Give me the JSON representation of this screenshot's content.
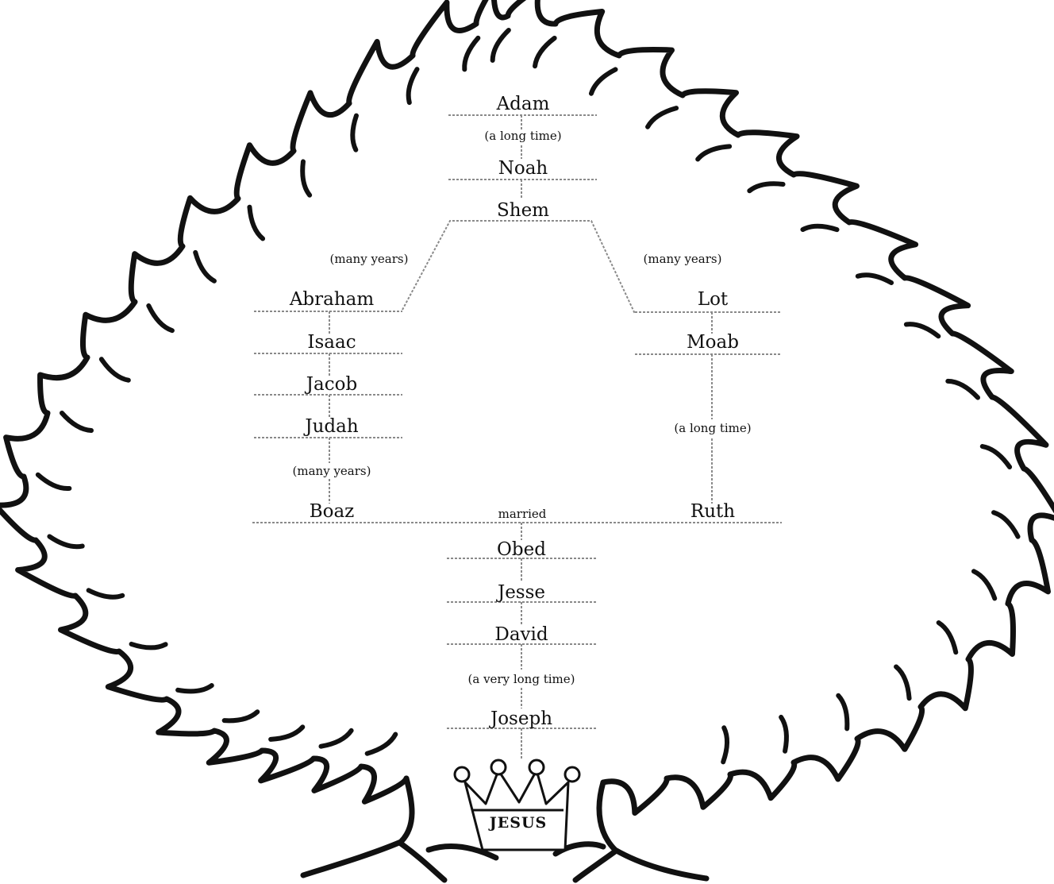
{
  "tree": {
    "names": {
      "adam": "Adam",
      "noah": "Noah",
      "shem": "Shem",
      "abraham": "Abraham",
      "isaac": "Isaac",
      "jacob": "Jacob",
      "judah": "Judah",
      "boaz": "Boaz",
      "lot": "Lot",
      "moab": "Moab",
      "ruth": "Ruth",
      "obed": "Obed",
      "jesse": "Jesse",
      "david": "David",
      "joseph": "Joseph"
    },
    "notes": {
      "adam_noah": "(a long time)",
      "shem_abraham": "(many years)",
      "shem_lot": "(many years)",
      "judah_boaz": "(many years)",
      "moab_ruth": "(a long time)",
      "married": "married",
      "david_joseph": "(a very long time)"
    },
    "crown": {
      "label": "JESUS",
      "icon": "crown-icon"
    },
    "colors": {
      "ink": "#111111",
      "line": "#8a8a8a",
      "background": "#ffffff"
    }
  }
}
